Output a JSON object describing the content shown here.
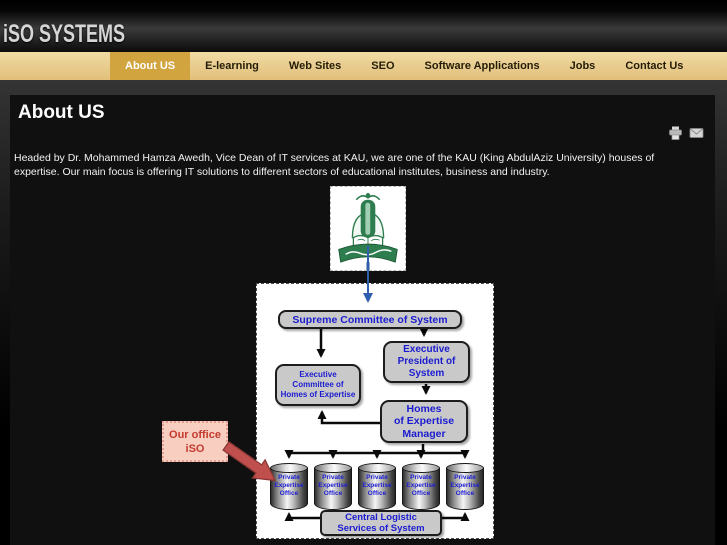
{
  "site": {
    "logo_text": "iSO SYSTEMS"
  },
  "nav": {
    "items": [
      {
        "label": "About US",
        "active": true
      },
      {
        "label": "E-learning",
        "active": false
      },
      {
        "label": "Web Sites",
        "active": false
      },
      {
        "label": "SEO",
        "active": false
      },
      {
        "label": "Software Applications",
        "active": false
      },
      {
        "label": "Jobs",
        "active": false
      },
      {
        "label": "Contact Us",
        "active": false
      }
    ]
  },
  "page": {
    "title": "About US",
    "toolbar_icons": [
      "print-icon",
      "email-icon"
    ],
    "intro": "Headed by Dr. Mohammed Hamza Awedh, Vice Dean of IT services at KAU, we are one of the KAU (King AbdulAziz University) houses of expertise. Our main focus is offering IT solutions to different sectors of educational institutes, business and industry."
  },
  "diagram": {
    "supreme": "Supreme Committee of System",
    "exec_committee": "Executive\nCommittee of\nHomes of Expertise",
    "exec_president": "Executive\nPresident of\nSystem",
    "manager": "Homes\nof Expertise\nManager",
    "offices": [
      "Private\nExpertise\nOffice",
      "Private\nExpertise\nOffice",
      "Private\nExpertise\nOffice",
      "Private\nExpertise\nOffice",
      "Private\nExpertise\nOffice"
    ],
    "central": "Central Logistic\nServices of System",
    "callout": "Our office\niSO"
  },
  "colors": {
    "nav_bar": "#e7ca8b",
    "nav_active": "#d2a440",
    "diagram_text_blue": "#1b1bd1",
    "box_gray": "#c9c9c9",
    "callout_red": "#c43b2e",
    "red_arrow": "#c0504d",
    "blue_arrow": "#2f5fae",
    "kau_green": "#2e7d4f"
  }
}
